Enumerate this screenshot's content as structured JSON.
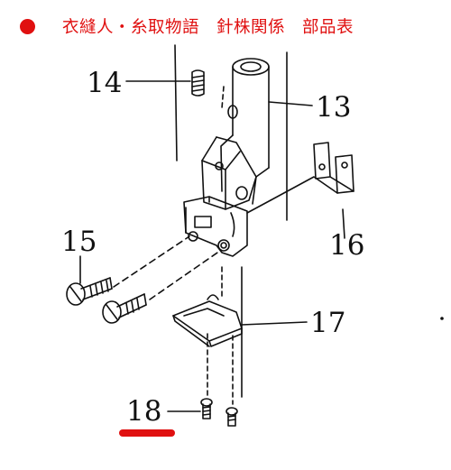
{
  "header": {
    "title": "衣縫人・糸取物語　針株関係　部品表",
    "bullet_color": "#e01010"
  },
  "callouts": [
    {
      "id": "14",
      "label": "14"
    },
    {
      "id": "13",
      "label": "13"
    },
    {
      "id": "15",
      "label": "15"
    },
    {
      "id": "16",
      "label": "16"
    },
    {
      "id": "17",
      "label": "17"
    },
    {
      "id": "18",
      "label": "18"
    }
  ],
  "colors": {
    "ink": "#111111",
    "highlight": "#e01010"
  }
}
